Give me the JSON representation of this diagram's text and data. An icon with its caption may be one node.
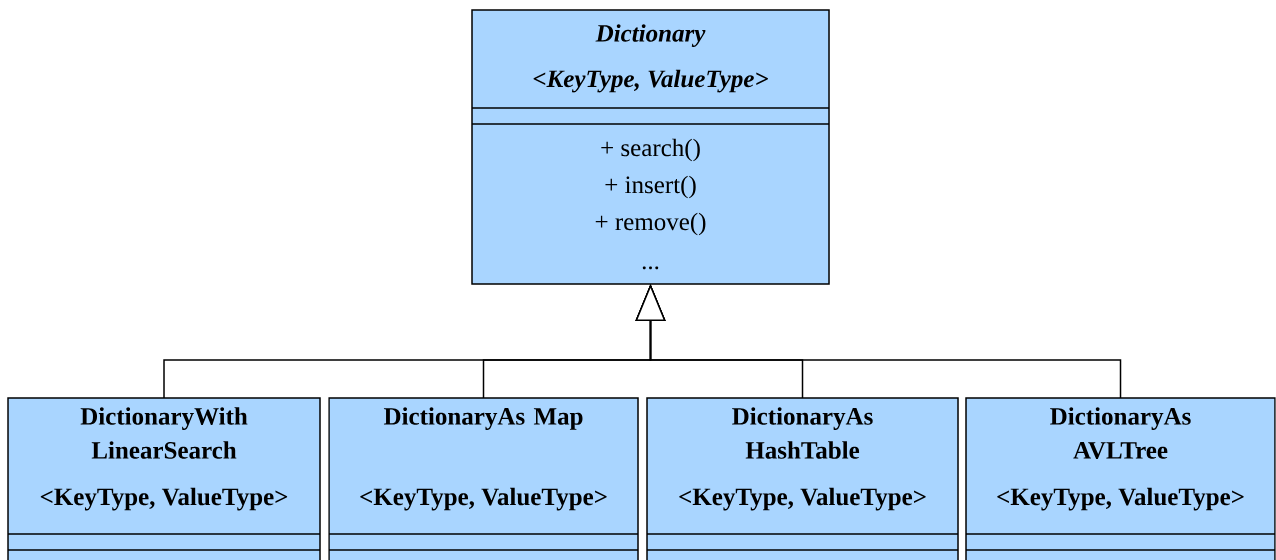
{
  "diagram": {
    "nodes": [
      {
        "text": [
          "Dictionary",
          "<KeyType, ValueType>",
          "+ search()",
          "+ insert()",
          "+ remove()",
          "..."
        ]
      },
      {
        "text": [
          "DictionaryWith LinearSearch",
          "<KeyType, ValueType>"
        ]
      },
      {
        "text": [
          "DictionaryAs Map",
          "<KeyType, ValueType>"
        ]
      },
      {
        "text": [
          "DictionaryAs HashTable",
          "<KeyType, ValueType>"
        ]
      },
      {
        "text": [
          "DictionaryAs AVLTree",
          "<KeyType, ValueType>"
        ]
      }
    ],
    "edges": [
      {
        "from": 1,
        "to": 0,
        "arrow": "to"
      },
      {
        "from": 2,
        "to": 0,
        "arrow": "to"
      },
      {
        "from": 3,
        "to": 0,
        "arrow": "to"
      },
      {
        "from": 4,
        "to": 0,
        "arrow": "to"
      }
    ]
  }
}
